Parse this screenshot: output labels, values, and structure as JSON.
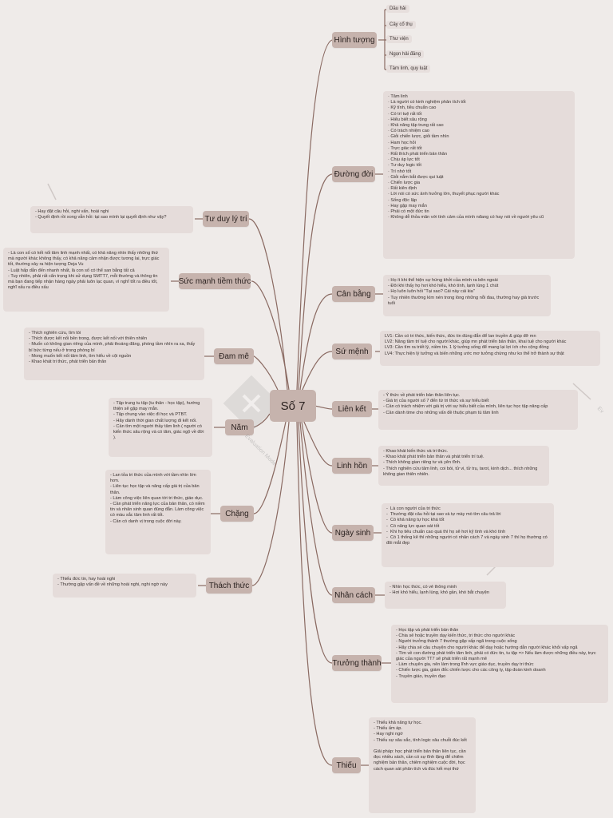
{
  "root": {
    "label": "Số 7"
  },
  "right_branches": [
    {
      "label": "Hình tượng",
      "leaves": [
        "Dầu hải",
        "Cây cổ thụ",
        "Thư viện",
        "Ngọn hải đăng",
        "Tâm linh, quy luật"
      ]
    },
    {
      "label": "Đường đời",
      "note": "· Tâm linh\n· Là người có kinh nghiệm phân tích tốt\n· Kỹ tính, tiêu chuẩn cao\n· Có trí tuệ rất tốt\n· Hiểu biết sâu rộng\n· Khả năng tập trung rất cao\n· Có trách nhiệm cao\n· Giỏi chiến lược, giỏi tầm nhìn\n· Ham học hỏi\n· Trực giác rất tốt\n· Rất thích phát triển bản thân\n· Chịu áp lực tốt\n· Tư duy logic tốt\n· Trí nhớ tốt\n· Giỏi nắm bắt được qui luật\n· Chiến lược gia\n· Rất kiên định\n· Lời nói có sức ảnh hưởng lớn, thuyết phục người khác\n· Sống độc lập\n· Hay gặp may mắn\n· Phải có một đức tin\n· Không dễ thỏa mãn với tình cảm của mình nđang có hay nói về người yêu cũ"
    },
    {
      "label": "Cân bằng",
      "note": "- Họ ít khi thể hiện sự hứng khởi của mình ra bên ngoài\n- Đôi khi thấy họ hơi khó hiểu, khó tính, lạnh lùng 1 chút\n- Họ luôn luôn hỏi \"Tại sao? Cái này cái kia\"\n- Tuy nhiên thường kìm nén trong lòng những nỗi đau, thường hay già trước tuổi"
    },
    {
      "label": "Sứ mệnh",
      "note": "LV1: Cần có tri thức, kiến thức, đức tin đúng đắn để lan truyền & giúp đỡ mn\nLV2: Nâng tầm trí tuệ cho người khác, giúp mn phát triển bản thân, khai tuệ cho người khác\nLV3: Cần tìm ra triết lý, niềm tin. 1 lý tưởng sống để mang lại lợi ích cho cộng đồng\nLV4: Thực hiện lý tưởng và biến những ước mơ tưởng chừng như ko thể trở thành sự thật"
    },
    {
      "label": "Liên kết",
      "note": "- Ý thức về phát triển bản thân liên tục.\n- Giá trị của người số 7 đến từ tri thức và sự hiểu biết\n- Cần có trách nhiệm với giá trị với sự hiểu biết của mình, liên tục học tập nâng cấp\n- Cần dành time cho những vấn đề thuộc phạm tù tâm linh"
    },
    {
      "label": "Linh hồn",
      "note": "- Khao khát kiến thức và tri thức.\n- Khao khát phát triển bản thân và phát triển trí tuệ.\n- Thích không gian riêng tư và yên tĩnh.\n- Thích nghiên cứu tâm linh, coi bói, tử vi, tử trụ, tarot, kinh dịch... thích những không gian thiên nhiên."
    },
    {
      "label": "Ngày sinh",
      "note": "-  Là con người của tri thức\n-  Thường đặt câu hỏi tại sao và tự mày mò tìm câu trả lời\n-  Có khả năng tự học khá tốt\n-  Có năng lực quan sát tốt\n-  Khi họ tiêu chuẩn cao quá thì họ sẽ hơi kỹ tính và khó tính\n-  Có 1 thống kê thì những người có nhân cách 7 và ngày sinh 7 thì họ thường có đôi mắt đẹp"
    },
    {
      "label": "Nhân cách",
      "note": "- Nhìn học thức, có vẻ thông minh\n- Hơi khó hiểu, lạnh lùng, khó gần, khó bắt chuyện"
    },
    {
      "label": "Trưởng thành",
      "note": "- Học tập và phát triển bản thân\n- Chia sẻ hoặc truyền dạy kiến thức, tri thức cho người khác\n- Người trưởng thành 7 thường gặp vấp ngã trong cuộc sống\n- Hãy chia sẻ câu chuyện cho người khác để dạy hoặc hướng dẫn người khác khỏi vấp ngã\n- Tìm về con đường phát triển tâm linh, phải có đức tin, tu tập => Nếu làm được những điều này, trực giác của người TT7 sẽ phát triển rất mạnh mẽ\n- Làm chuyên gia, nên làm trong lĩnh vực giáo dục, truyền dạy tri thức\n- Chiến lược gia, giám đốc chiến lược cho các công ty, tập đoàn kinh doanh\n- Truyền giáo, truyền đạo"
    },
    {
      "label": "Thiếu",
      "note": "- Thiếu khả năng tự học.\n- Thiếu ấm áp.\n- Hay nghi ngờ\n- Thiếu sự sâu sắc, tính logic xâu chuỗi đúc kết\n\nGiải pháp: học phát triển bản thân liên tục, cần đọc nhiều sách, cần có sự tĩnh lặng để chiêm nghiệm bản thân, chiêm nghiệm cuộc đời, học cách quan sát phân tích và đúc kết mọi thứ"
    }
  ],
  "left_branches": [
    {
      "label": "Tư duy lý trí",
      "note": "- Hay đặt câu hỏi, nghi vấn, hoài nghi\n- Quyết định rồi xong vẫn hỏi: tại sao mình lại quyết định như vậy?"
    },
    {
      "label": "Sức mạnh tiềm thức",
      "note": "- Là con số có kết nối tâm linh mạnh nhất, có khả năng nhìn thấy những thứ mà người khác không thấy, có khả năng cảm nhận được tương lai, trực giác tốt, thường xảy ra hiện tượng Deja Vu\n- Luật hấp dẫn đến nhanh nhất, là con số có thể san bằng tất cả\n- Tuy nhiên, phải rất cẩn trọng khi sử dụng SMTT7, mỗi thường và thông tin mà bạn đang tiếp nhận hàng ngày phải luôn lạc quan, vì nghĩ tốt ra điều tốt, nghĩ xấu ra điều xấu"
    },
    {
      "label": "Đam mê",
      "note": "- Thích nghiên cứu, tìm tòi\n- Thích được kết nối bên trong, được kết nối với thiên nhiên\n- Muốn có không gian riêng của mình, phải thoáng đãng, phóng tầm nhìn ra xa, thấy bí bức từng nếu ở trong phòng bí\n- Mong muốn kết nối tâm linh, tìm hiểu về cội nguồn\n- Khao khát tri thức, phát triển bản thân"
    },
    {
      "label": "Năm",
      "note": "- Tập trung tu tập (tu thân - học tập), hướng thiện sẽ gặp may mắn.\n- Tập chung vào việc đi học và PTBT.\n- Hãy dành thời gian chất lượng đi kết nối.\n- Cần tìm một người thầy tâm linh ( người có kiến thức sâu rộng và có tâm, giác ngộ về đời )."
    },
    {
      "label": "Chặng",
      "note": "- Lan tỏa tri thức của mình với tầm nhìn lớn hơn.\n- Liên tục học tập và nâng cấp giá trị của bản thân.\n- Làm công việc liên quan tới tri thức, giáo dục.\n- Cần phát triển năng lực của bản thân, có niềm tin và nhân sinh quan đúng đắn. Làm công việc có màu sắc tâm linh rất tốt.\n- Cần có danh vị trong cuộc đời này."
    },
    {
      "label": "Thách thức",
      "note": "- Thiếu đức tin, hay hoài nghi\n- Thường gặp vấn đề về những hoài nghi, nghi ngờ này"
    }
  ],
  "watermark": {
    "brand": "XMind",
    "mode": "Evaluation Mode"
  },
  "colors": {
    "background": "#efebe9",
    "node": "#c6b3ad",
    "note": "#e5dcda",
    "link": "#8a6a62"
  }
}
